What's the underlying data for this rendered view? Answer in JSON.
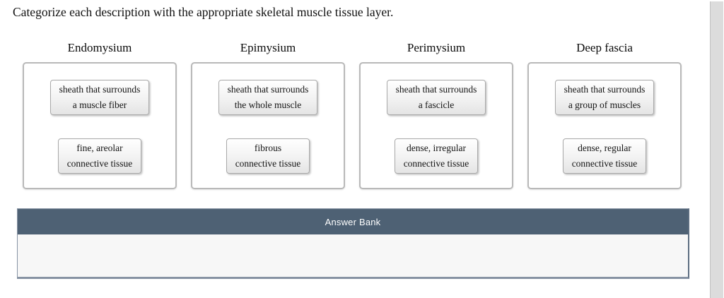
{
  "prompt": "Categorize each description with the appropriate skeletal muscle tissue layer.",
  "categories": [
    {
      "label": "Endomysium",
      "cards": [
        {
          "line1": "sheath that surrounds",
          "line2": "a muscle fiber"
        },
        {
          "line1": "fine, areolar",
          "line2": "connective tissue"
        }
      ]
    },
    {
      "label": "Epimysium",
      "cards": [
        {
          "line1": "sheath that surrounds",
          "line2": "the whole muscle"
        },
        {
          "line1": "fibrous",
          "line2": "connective tissue"
        }
      ]
    },
    {
      "label": "Perimysium",
      "cards": [
        {
          "line1": "sheath that surrounds",
          "line2": "a fascicle"
        },
        {
          "line1": "dense, irregular",
          "line2": "connective tissue"
        }
      ]
    },
    {
      "label": "Deep fascia",
      "cards": [
        {
          "line1": "sheath that surrounds",
          "line2": "a group of muscles"
        },
        {
          "line1": "dense, regular",
          "line2": "connective tissue"
        }
      ]
    }
  ],
  "answer_bank": {
    "label": "Answer Bank",
    "items": []
  },
  "colors": {
    "bank_header_bg": "#4e6174",
    "bank_body_bg": "#f7f7f7",
    "dropzone_border": "#b9b9b9",
    "card_border": "#a9a9a9",
    "scrollbar_track": "#dcdcdc"
  }
}
